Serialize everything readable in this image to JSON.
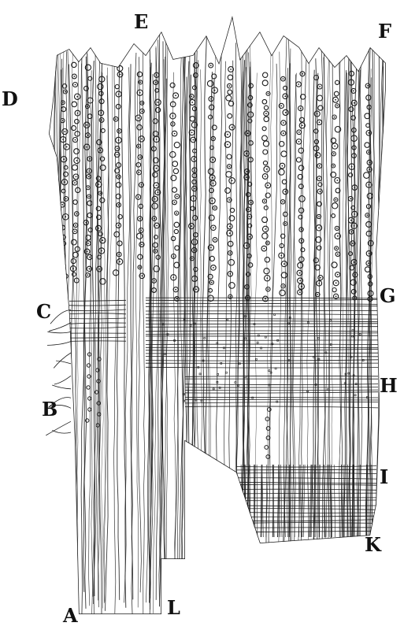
{
  "figure": {
    "labels": {
      "A": "A",
      "B": "B",
      "C": "C",
      "D": "D",
      "E": "E",
      "F": "F",
      "G": "G",
      "H": "H",
      "I": "I",
      "K": "K",
      "L": "L"
    },
    "ink_color": "#1a1a1a",
    "paper_color": "#ffffff"
  }
}
